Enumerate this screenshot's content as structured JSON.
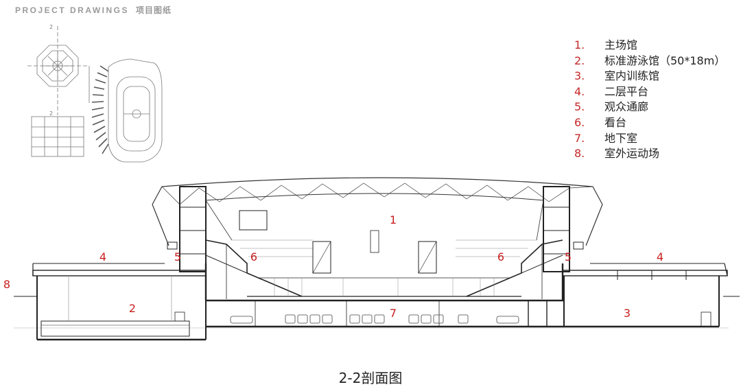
{
  "header": {
    "title": "PROJECT DRAWINGS",
    "title_cn": "项目图纸"
  },
  "key_plan": {
    "section_mark": "2"
  },
  "legend": [
    {
      "num": "1.",
      "label": "主场馆"
    },
    {
      "num": "2.",
      "label": "标准游泳馆（50*18m）"
    },
    {
      "num": "3.",
      "label": "室内训练馆"
    },
    {
      "num": "4.",
      "label": "二层平台"
    },
    {
      "num": "5.",
      "label": "观众通廊"
    },
    {
      "num": "6.",
      "label": "看台"
    },
    {
      "num": "7.",
      "label": "地下室"
    },
    {
      "num": "8.",
      "label": "室外运动场"
    }
  ],
  "section_tags": {
    "main_arena": "1",
    "pool": "2",
    "training": "3",
    "platform_left": "4",
    "platform_right": "4",
    "concourse_left": "5",
    "concourse_right": "5",
    "stands_left": "6",
    "stands_right": "6",
    "basement": "7",
    "outdoor": "8"
  },
  "caption": "2-2剖面图",
  "colors": {
    "label_red": "#c81e1e",
    "line": "#222222",
    "header_gray": "#9a9a9a"
  }
}
